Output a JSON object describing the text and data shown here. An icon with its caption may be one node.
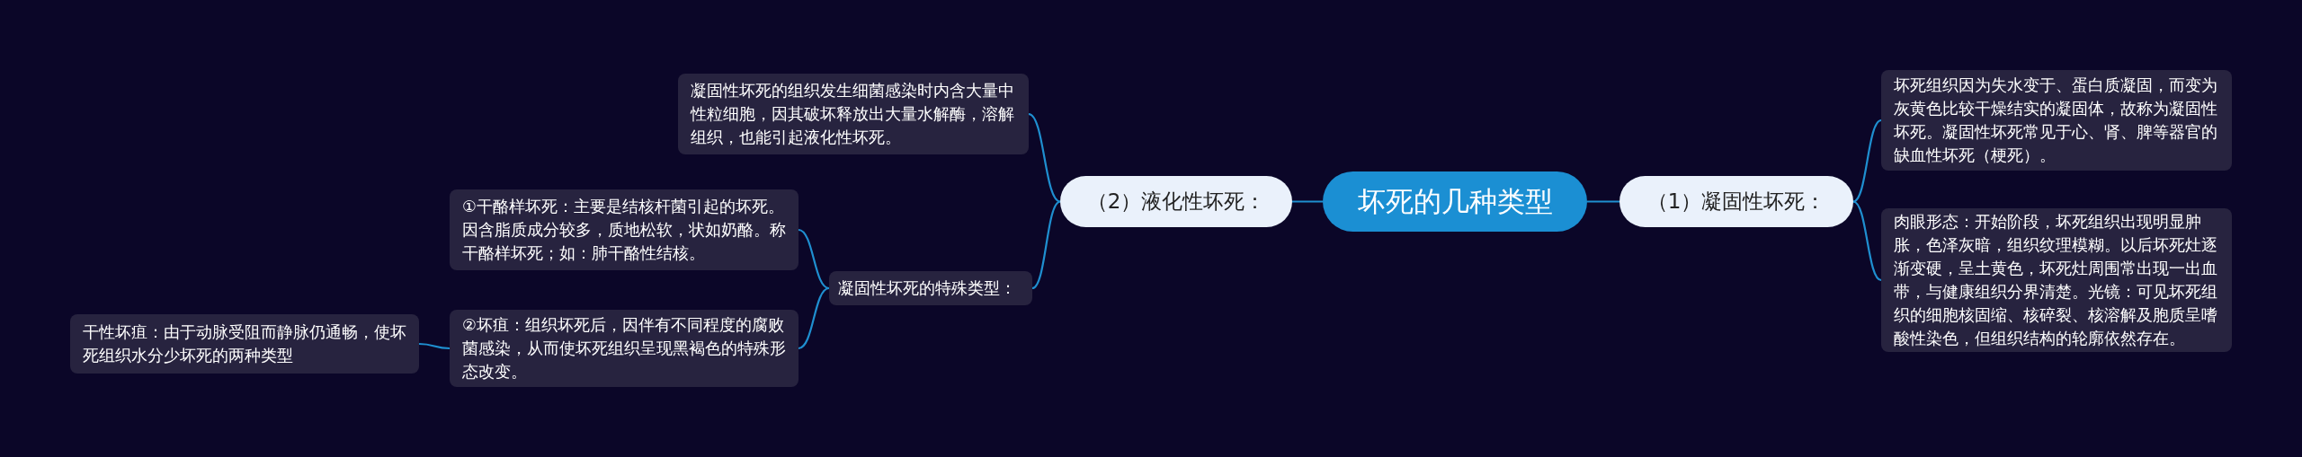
{
  "diagram": {
    "nodes": [
      {
        "text": [
          "坏死的几种类型"
        ]
      },
      {
        "text": [
          "（1）凝固性坏死："
        ]
      },
      {
        "text": [
          "坏死组织因为失水变于、蛋白质凝固，而变为灰黄色比较干燥结实的凝固体，故称为凝固性坏死。凝固性坏死常见于心、肾、脾等器官的缺血性坏死（梗死）。"
        ]
      },
      {
        "text": [
          "肉眼形态：开始阶段，坏死组织出现明显肿胀，色泽灰暗，组织纹理模糊。以后坏死灶逐渐变硬，呈土黄色，坏死灶周围常出现一出血带，与健康组织分界清楚。光镜：可见坏死组织的细胞核固缩、核碎裂、核溶解及胞质呈嗜酸性染色，但组织结构的轮廓依然存在。"
        ]
      },
      {
        "text": [
          "（2）液化性坏死："
        ]
      },
      {
        "text": [
          "凝固性坏死的组织发生细菌感染时内含大量中性粒细胞，因其破坏释放出大量水解酶，溶解组织，也能引起液化性坏死。"
        ]
      },
      {
        "text": [
          "凝固性坏死的特殊类型："
        ]
      },
      {
        "text": [
          "①干酪样坏死：主要是结核杆菌引起的坏死。因含脂质成分较多，质地松软，状如奶酪。称干酪样坏死；如：肺干酪性结核。"
        ]
      },
      {
        "text": [
          "②坏疽：组织坏死后，因伴有不同程度的腐败菌感染，从而使坏死组织呈现黑褐色的特殊形态改变。"
        ]
      },
      {
        "text": [
          "干性坏疽：由于动脉受阻而静脉仍通畅，使坏死组织水分少坏死的两种类型"
        ]
      }
    ],
    "edges": [
      {
        "from": 0,
        "to": 1,
        "arrow": "none"
      },
      {
        "from": 1,
        "to": 2,
        "arrow": "none"
      },
      {
        "from": 1,
        "to": 3,
        "arrow": "none"
      },
      {
        "from": 0,
        "to": 4,
        "arrow": "none"
      },
      {
        "from": 4,
        "to": 5,
        "arrow": "none"
      },
      {
        "from": 4,
        "to": 6,
        "arrow": "none"
      },
      {
        "from": 6,
        "to": 7,
        "arrow": "none"
      },
      {
        "from": 6,
        "to": 8,
        "arrow": "none"
      },
      {
        "from": 8,
        "to": 9,
        "arrow": "none"
      }
    ]
  }
}
